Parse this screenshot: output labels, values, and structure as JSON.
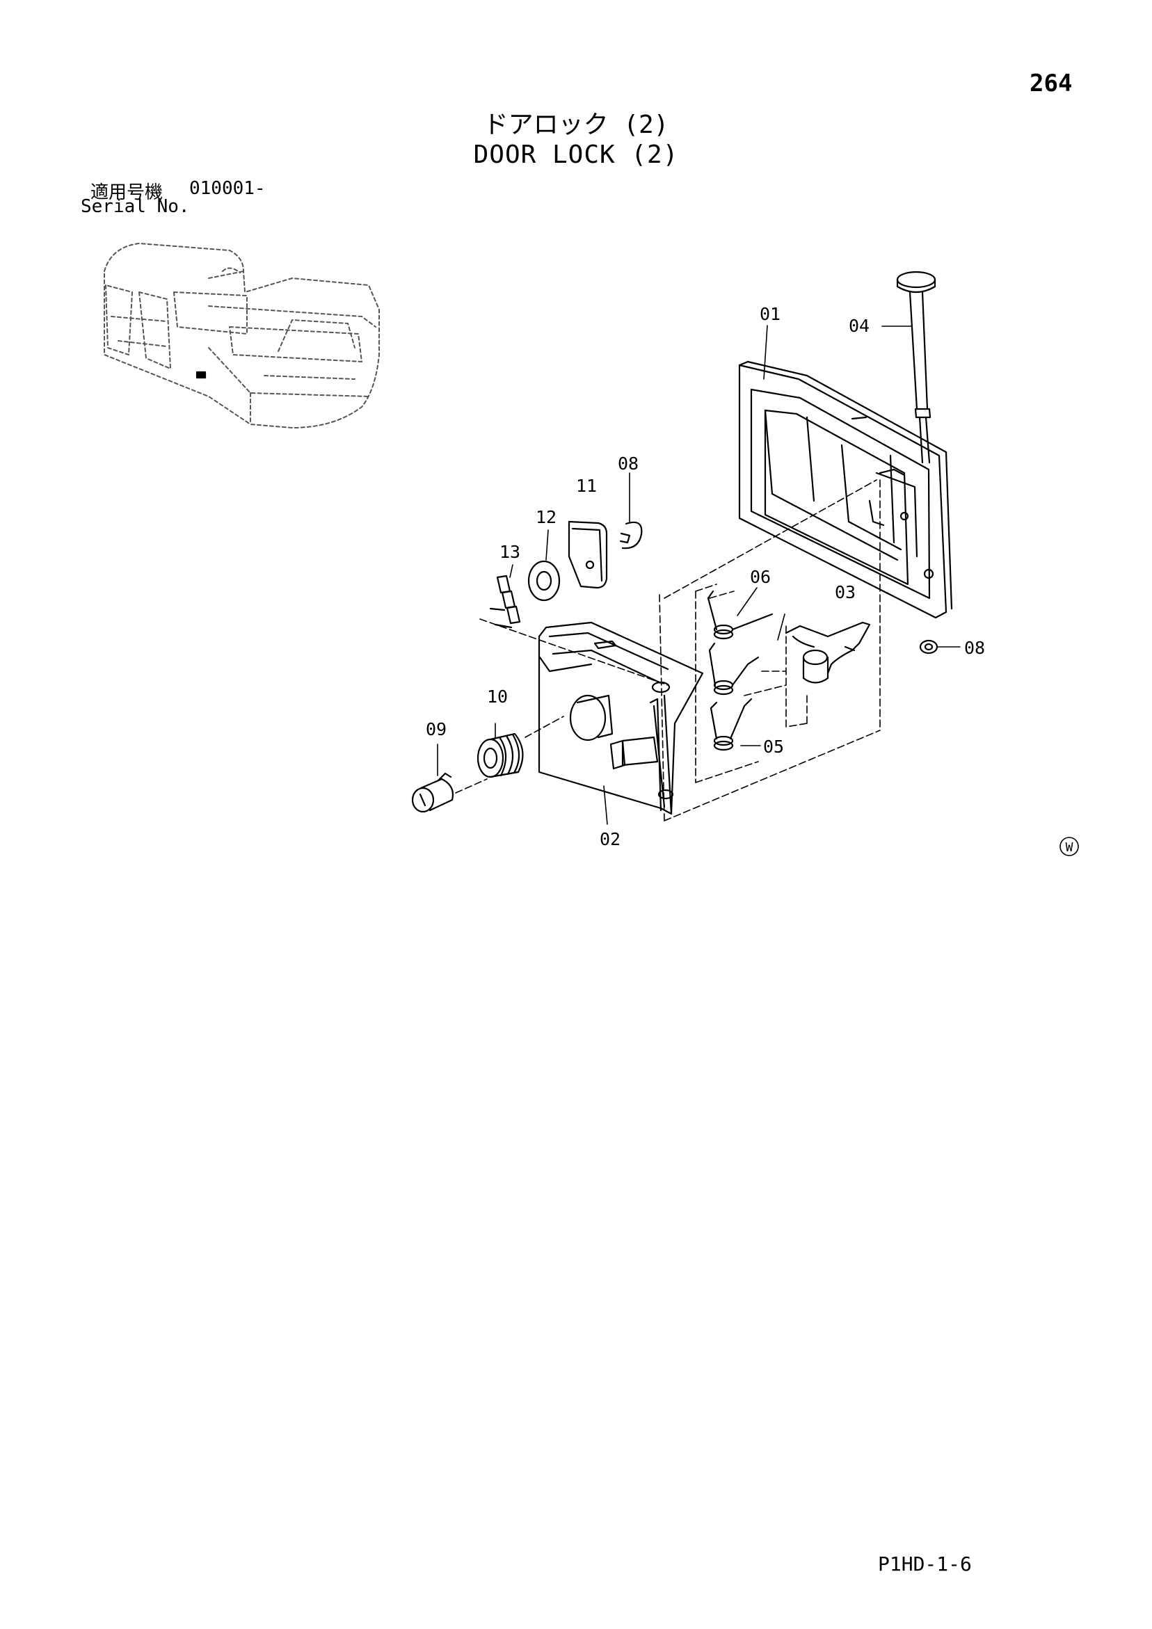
{
  "page": {
    "number": "264",
    "title_jp": "ドアロック (2)",
    "title_en": "DOOR LOCK (2)",
    "serial_label_jp": "適用号機",
    "serial_range": "010001-",
    "serial_label_en": "Serial No.",
    "watermark": "W",
    "footer_code": "P1HD-1-6"
  },
  "callouts": {
    "c01": "01",
    "c02": "02",
    "c03": "03",
    "c04": "04",
    "c05": "05",
    "c06": "06",
    "c08a": "08",
    "c08b": "08",
    "c09": "09",
    "c10": "10",
    "c11": "11",
    "c12": "12",
    "c13": "13"
  }
}
